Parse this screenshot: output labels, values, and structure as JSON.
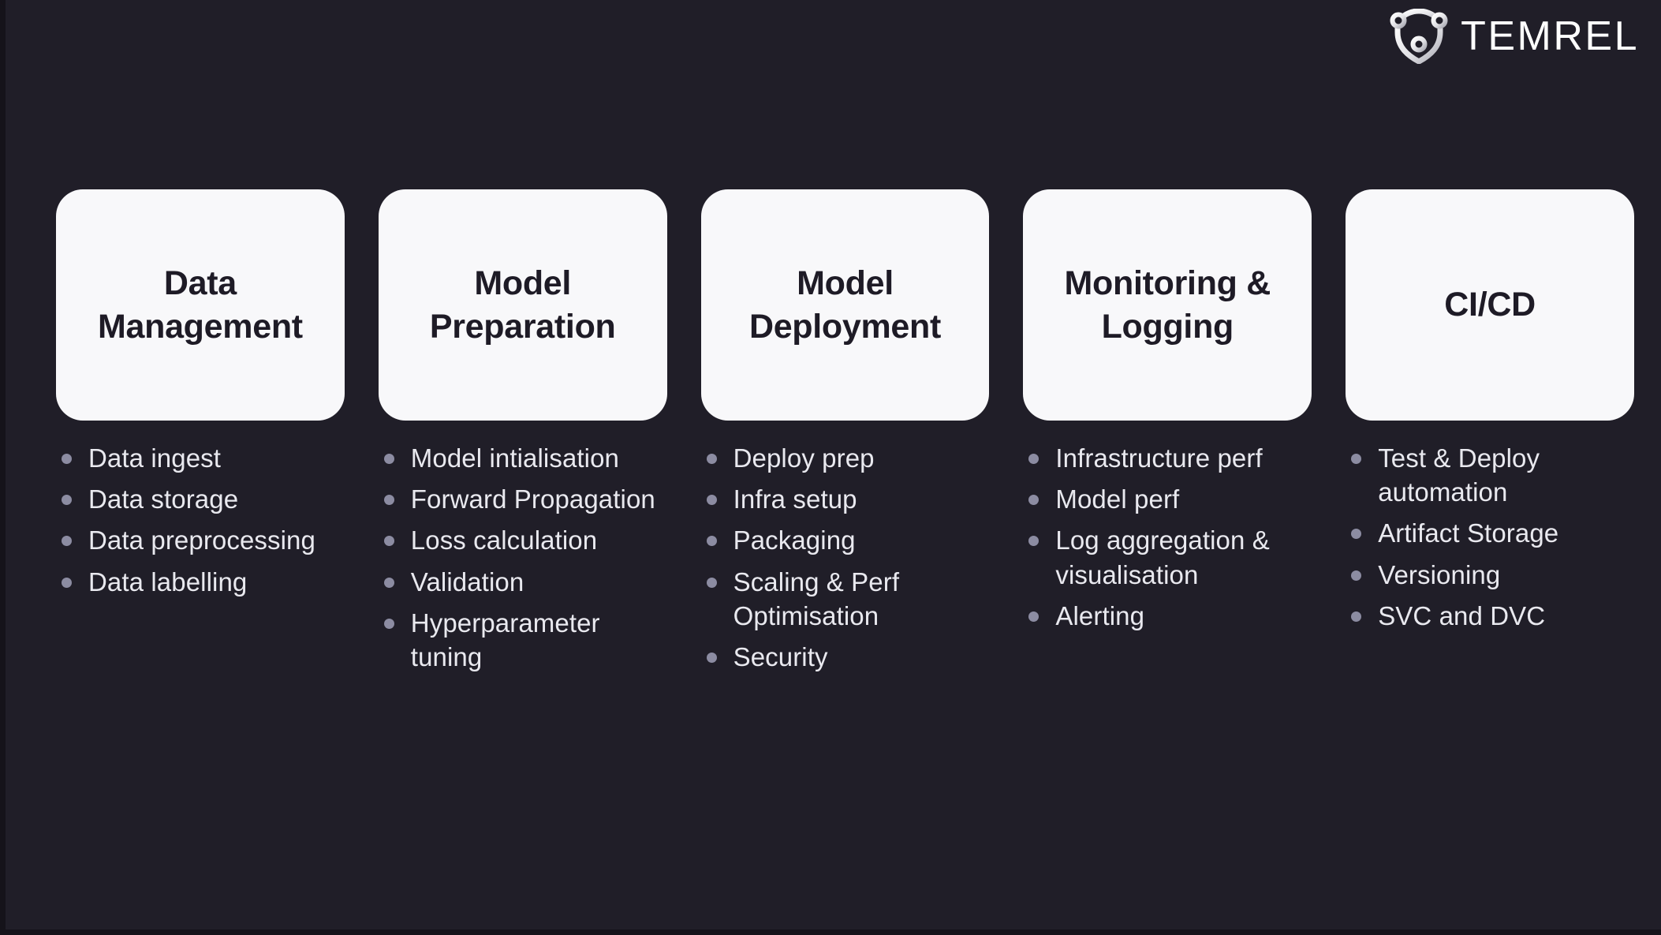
{
  "brand": {
    "name": "TEMREL",
    "logo_icon": "shield-antenna-icon",
    "wordmark_color": "#ffffff"
  },
  "theme": {
    "background": "#201e28",
    "card_background": "#f8f8fa",
    "card_title_color": "#1e1b26",
    "bullet_text_color": "#e9e9ef",
    "bullet_dot_color": "#8c8ca2",
    "frame_border": "#15131a"
  },
  "columns": [
    {
      "id": "data-management",
      "title": "Data Management",
      "items": [
        "Data ingest",
        "Data storage",
        "Data preprocessing",
        "Data labelling"
      ]
    },
    {
      "id": "model-preparation",
      "title": "Model Preparation",
      "items": [
        "Model intialisation",
        "Forward Propagation",
        "Loss calculation",
        "Validation",
        "Hyperparameter tuning"
      ]
    },
    {
      "id": "model-deployment",
      "title": "Model Deployment",
      "items": [
        "Deploy prep",
        "Infra setup",
        "Packaging",
        "Scaling & Perf Optimisation",
        "Security"
      ]
    },
    {
      "id": "monitoring-logging",
      "title": "Monitoring & Logging",
      "items": [
        "Infrastructure perf",
        "Model perf",
        "Log aggregation & visualisation",
        "Alerting"
      ]
    },
    {
      "id": "ci-cd",
      "title": "CI/CD",
      "items": [
        "Test & Deploy automation",
        "Artifact Storage",
        "Versioning",
        "SVC and DVC"
      ]
    }
  ]
}
